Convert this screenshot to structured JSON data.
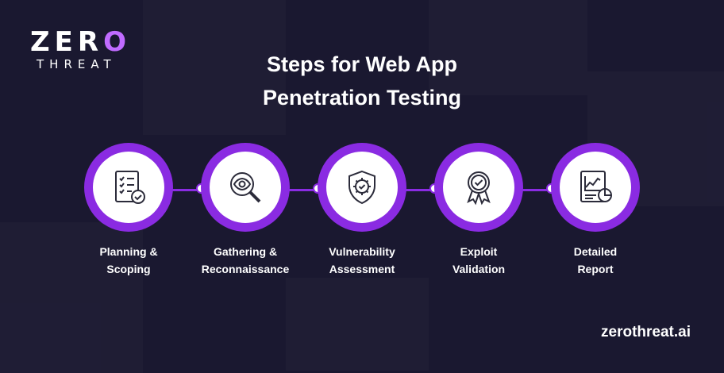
{
  "brand": {
    "logo_main": "ZER",
    "logo_o": "O",
    "logo_sub": "THREAT"
  },
  "title": {
    "line1": "Steps for Web App",
    "line2": "Penetration Testing"
  },
  "steps": [
    {
      "label_line1": "Planning &",
      "label_line2": "Scoping",
      "icon": "checklist-icon"
    },
    {
      "label_line1": "Gathering &",
      "label_line2": "Reconnaissance",
      "icon": "magnifier-eye-icon"
    },
    {
      "label_line1": "Vulnerability",
      "label_line2": "Assessment",
      "icon": "shield-gear-icon"
    },
    {
      "label_line1": "Exploit",
      "label_line2": "Validation",
      "icon": "badge-check-icon"
    },
    {
      "label_line1": "Detailed",
      "label_line2": "Report",
      "icon": "report-chart-icon"
    }
  ],
  "footer": {
    "website": "zerothreat.ai"
  },
  "colors": {
    "background": "#1a1830",
    "accent": "#8a2be2",
    "logo_accent": "#c06bff",
    "text": "#ffffff"
  }
}
